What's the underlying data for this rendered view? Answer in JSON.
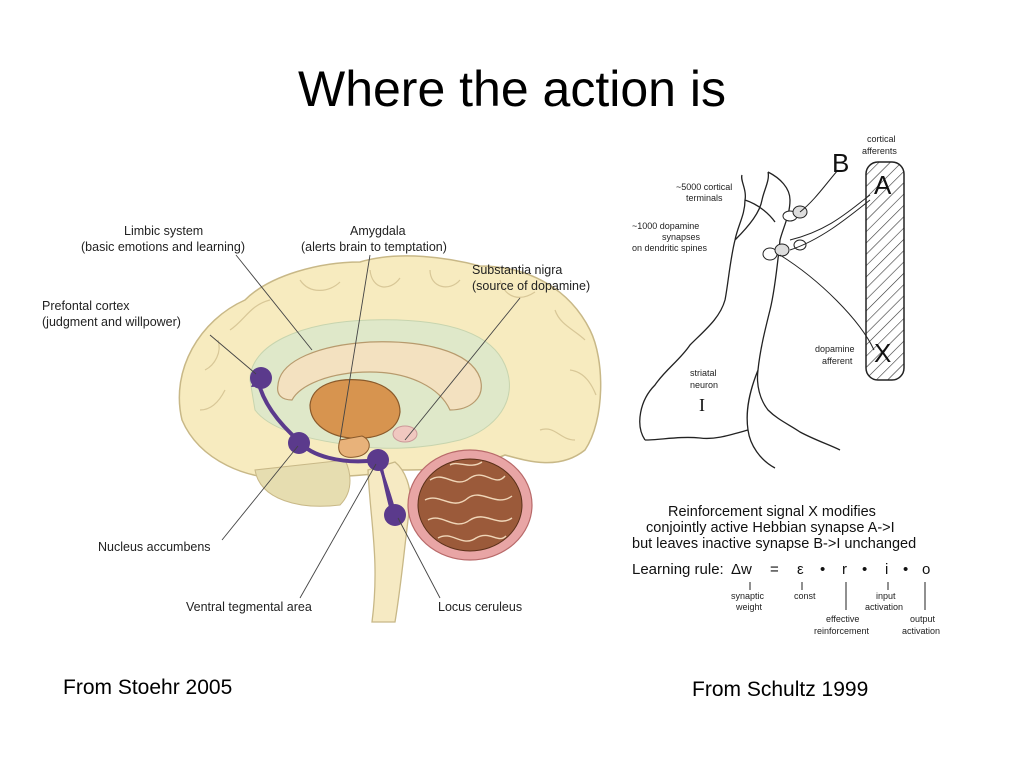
{
  "title": "Where the action is",
  "left_figure": {
    "caption": "From Stoehr 2005",
    "labels": {
      "limbic_1": "Limbic system",
      "limbic_2": "(basic emotions and learning)",
      "amygdala_1": "Amygdala",
      "amygdala_2": "(alerts brain to temptation)",
      "substantia_1": "Substantia nigra",
      "substantia_2": "(source of dopamine)",
      "prefrontal_1": "Prefontal cortex",
      "prefrontal_2": "(judgment and willpower)",
      "accumbens": "Nucleus accumbens",
      "vta": "Ventral tegmental area",
      "locus": "Locus ceruleus"
    },
    "colors": {
      "cortex": "#f7ebbf",
      "limbic": "#dfe8c9",
      "pathway": "#5b3a8c",
      "cerebellum": "#9b5a3a"
    }
  },
  "right_figure": {
    "caption": "From Schultz 1999",
    "labels": {
      "cortical_afferents_1": "cortical",
      "cortical_afferents_2": "afferents",
      "letter_a": "A",
      "letter_b": "B",
      "letter_x": "X",
      "letter_i": "I",
      "terminals_1": "~5000 cortical",
      "terminals_2": "terminals",
      "dopa_syn_1": "~1000 dopamine",
      "dopa_syn_2": "synapses",
      "dopa_syn_3": "on dendritic spines",
      "dopa_aff_1": "dopamine",
      "dopa_aff_2": "afferent",
      "striatal_1": "striatal",
      "striatal_2": "neuron"
    },
    "statement": [
      "Reinforcement signal X modifies",
      "conjointly active Hebbian synapse A->I",
      "but leaves inactive synapse B->I unchanged"
    ],
    "learning_rule": {
      "label": "Learning rule:",
      "terms": [
        "Δw",
        "=",
        "ε",
        "•",
        "r",
        "•",
        "i",
        "•",
        "o"
      ],
      "annotations": {
        "synaptic_1": "synaptic",
        "synaptic_2": "weight",
        "const": "const",
        "effective_1": "effective",
        "effective_2": "reinforcement",
        "input_1": "input",
        "input_2": "activation",
        "output_1": "output",
        "output_2": "activation"
      }
    }
  }
}
